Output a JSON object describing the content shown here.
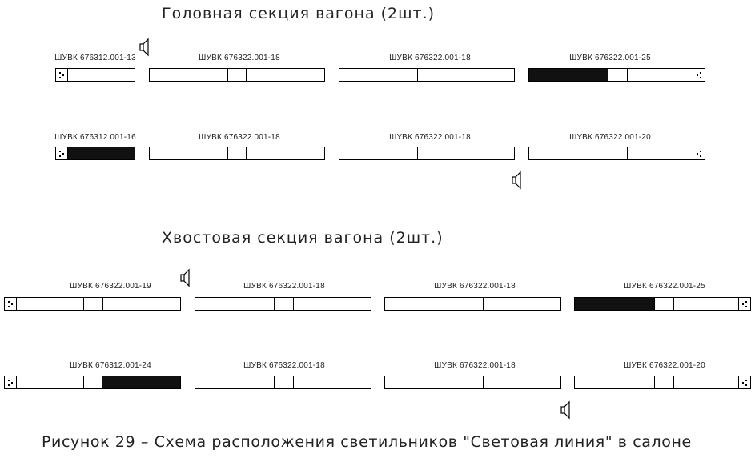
{
  "sections": [
    {
      "title": "Головная секция вагона (2шт.)",
      "rows": [
        {
          "units": [
            {
              "label": "ШУВК 676312.001-13",
              "kind": "end-left"
            },
            {
              "label": "ШУВК 676322.001-18",
              "kind": "mid"
            },
            {
              "label": "ШУВК 676322.001-18",
              "kind": "mid"
            },
            {
              "label": "ШУВК 676322.001-25",
              "kind": "end-right-dark"
            }
          ]
        },
        {
          "units": [
            {
              "label": "ШУВК 676312.001-16",
              "kind": "end-left-dark"
            },
            {
              "label": "ШУВК 676322.001-18",
              "kind": "mid"
            },
            {
              "label": "ШУВК 676322.001-18",
              "kind": "mid"
            },
            {
              "label": "ШУВК 676322.001-20",
              "kind": "end-right"
            }
          ]
        }
      ]
    },
    {
      "title": "Хвостовая секция вагона (2шт.)",
      "rows": [
        {
          "units": [
            {
              "label": "ШУВК 676322.001-19",
              "kind": "end-left"
            },
            {
              "label": "ШУВК 676322.001-18",
              "kind": "mid"
            },
            {
              "label": "ШУВК 676322.001-18",
              "kind": "mid"
            },
            {
              "label": "ШУВК 676322.001-25",
              "kind": "end-right-dark"
            }
          ]
        },
        {
          "units": [
            {
              "label": "ШУВК 676312.001-24",
              "kind": "end-left-dark"
            },
            {
              "label": "ШУВК 676322.001-18",
              "kind": "mid"
            },
            {
              "label": "ШУВК 676322.001-18",
              "kind": "mid"
            },
            {
              "label": "ШУВК 676322.001-20",
              "kind": "end-right"
            }
          ]
        }
      ]
    }
  ],
  "caption": "Рисунок 29 – Схема расположения светильников \"Световая линия\" в салоне"
}
